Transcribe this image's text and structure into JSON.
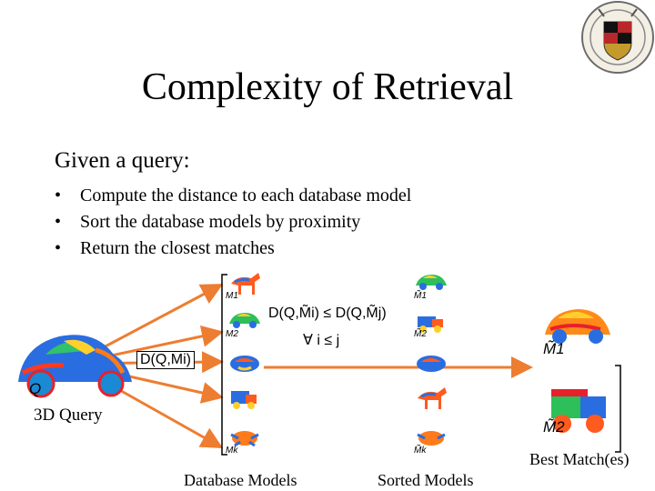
{
  "slide": {
    "title": "Complexity of Retrieval",
    "subtitle": "Given a query:",
    "bullets": [
      "Compute the distance to each database model",
      "Sort the database models by proximity",
      "Return the closest matches"
    ]
  },
  "diagram": {
    "query_symbol": "Q",
    "query_label": "3D Query",
    "distance_box": "D(Q,Mi)",
    "formula_line1": "D(Q,M̃i) ≤ D(Q,M̃j)",
    "formula_line2": "∀ i ≤ j",
    "database_labels": [
      "M1",
      "M2",
      "Mk"
    ],
    "sorted_labels": [
      "M̃1",
      "M̃2",
      "M̃k"
    ],
    "best_labels": [
      "M̃1",
      "M̃2"
    ],
    "database_caption": "Database Models",
    "sorted_caption": "Sorted Models",
    "best_caption": "Best Match(es)",
    "colors": {
      "arrow": "#ED7D31",
      "bracket": "#000000"
    }
  }
}
